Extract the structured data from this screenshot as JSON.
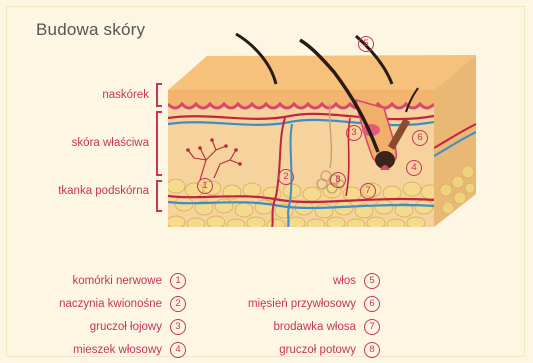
{
  "title": "Budowa skóry",
  "layers": {
    "epidermis": "naskórek",
    "dermis": "skóra właściwa",
    "hypodermis": "tkanka podskórna"
  },
  "markers": [
    "1",
    "2",
    "3",
    "4",
    "5",
    "6",
    "7",
    "8"
  ],
  "legend": {
    "left": [
      {
        "label": "komórki nerwowe",
        "num": "1"
      },
      {
        "label": "naczynia kwionośne",
        "num": "2"
      },
      {
        "label": "gruczoł łojowy",
        "num": "3"
      },
      {
        "label": "mieszek włosowy",
        "num": "4"
      }
    ],
    "right": [
      {
        "label": "włos",
        "num": "5"
      },
      {
        "label": "mięsień przywłosowy",
        "num": "6"
      },
      {
        "label": "brodawka włosa",
        "num": "7"
      },
      {
        "label": "gruczoł potowy",
        "num": "8"
      }
    ]
  },
  "colors": {
    "accent": "#c7355b",
    "background": "#fdf6e2",
    "epidermis": "#f6c981",
    "dermis": "#f6d29c",
    "fat": "#f3da8c",
    "vessel_red": "#c0243e",
    "vessel_blue": "#3b8fc9"
  }
}
